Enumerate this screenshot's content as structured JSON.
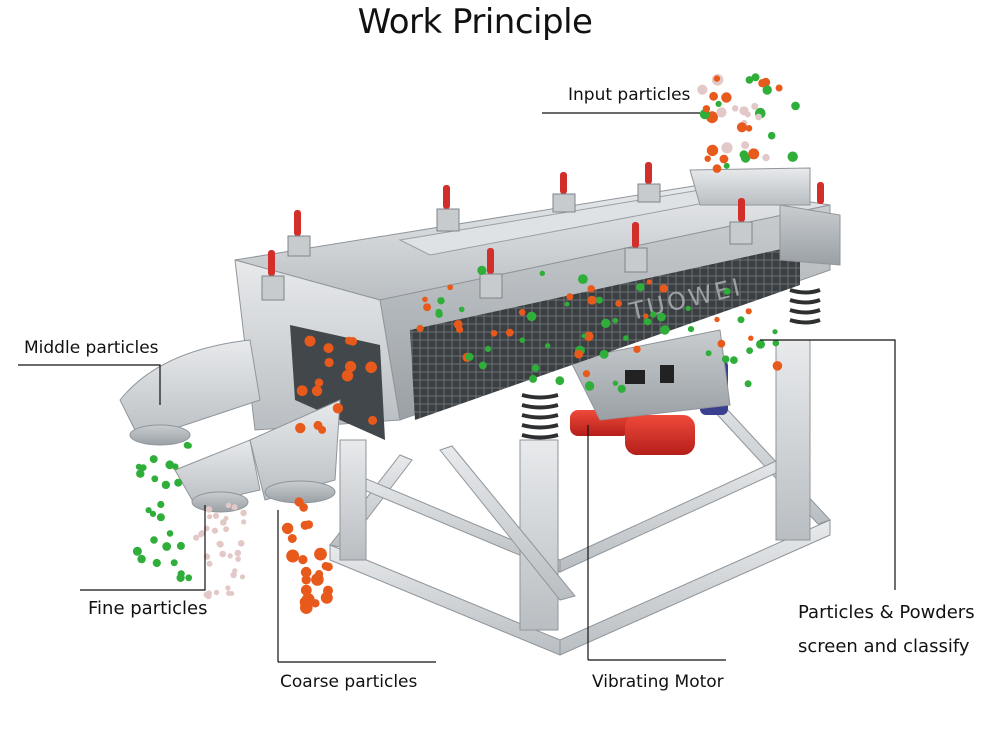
{
  "title": "Work Principle",
  "labels": {
    "input": "Input particles",
    "middle": "Middle particles",
    "fine": "Fine particles",
    "coarse": "Coarse particles",
    "motor": "Vibrating Motor",
    "classify_line1": "Particles & Powders",
    "classify_line2": "screen and classify"
  },
  "brand": "TUOWEI",
  "colors": {
    "coarse": "#e85a1c",
    "middle": "#2fae3a",
    "fine": "#e3c8c8",
    "motor": "#d82a25",
    "frame": "#cfd3d6",
    "mesh": "#3b3f42"
  }
}
